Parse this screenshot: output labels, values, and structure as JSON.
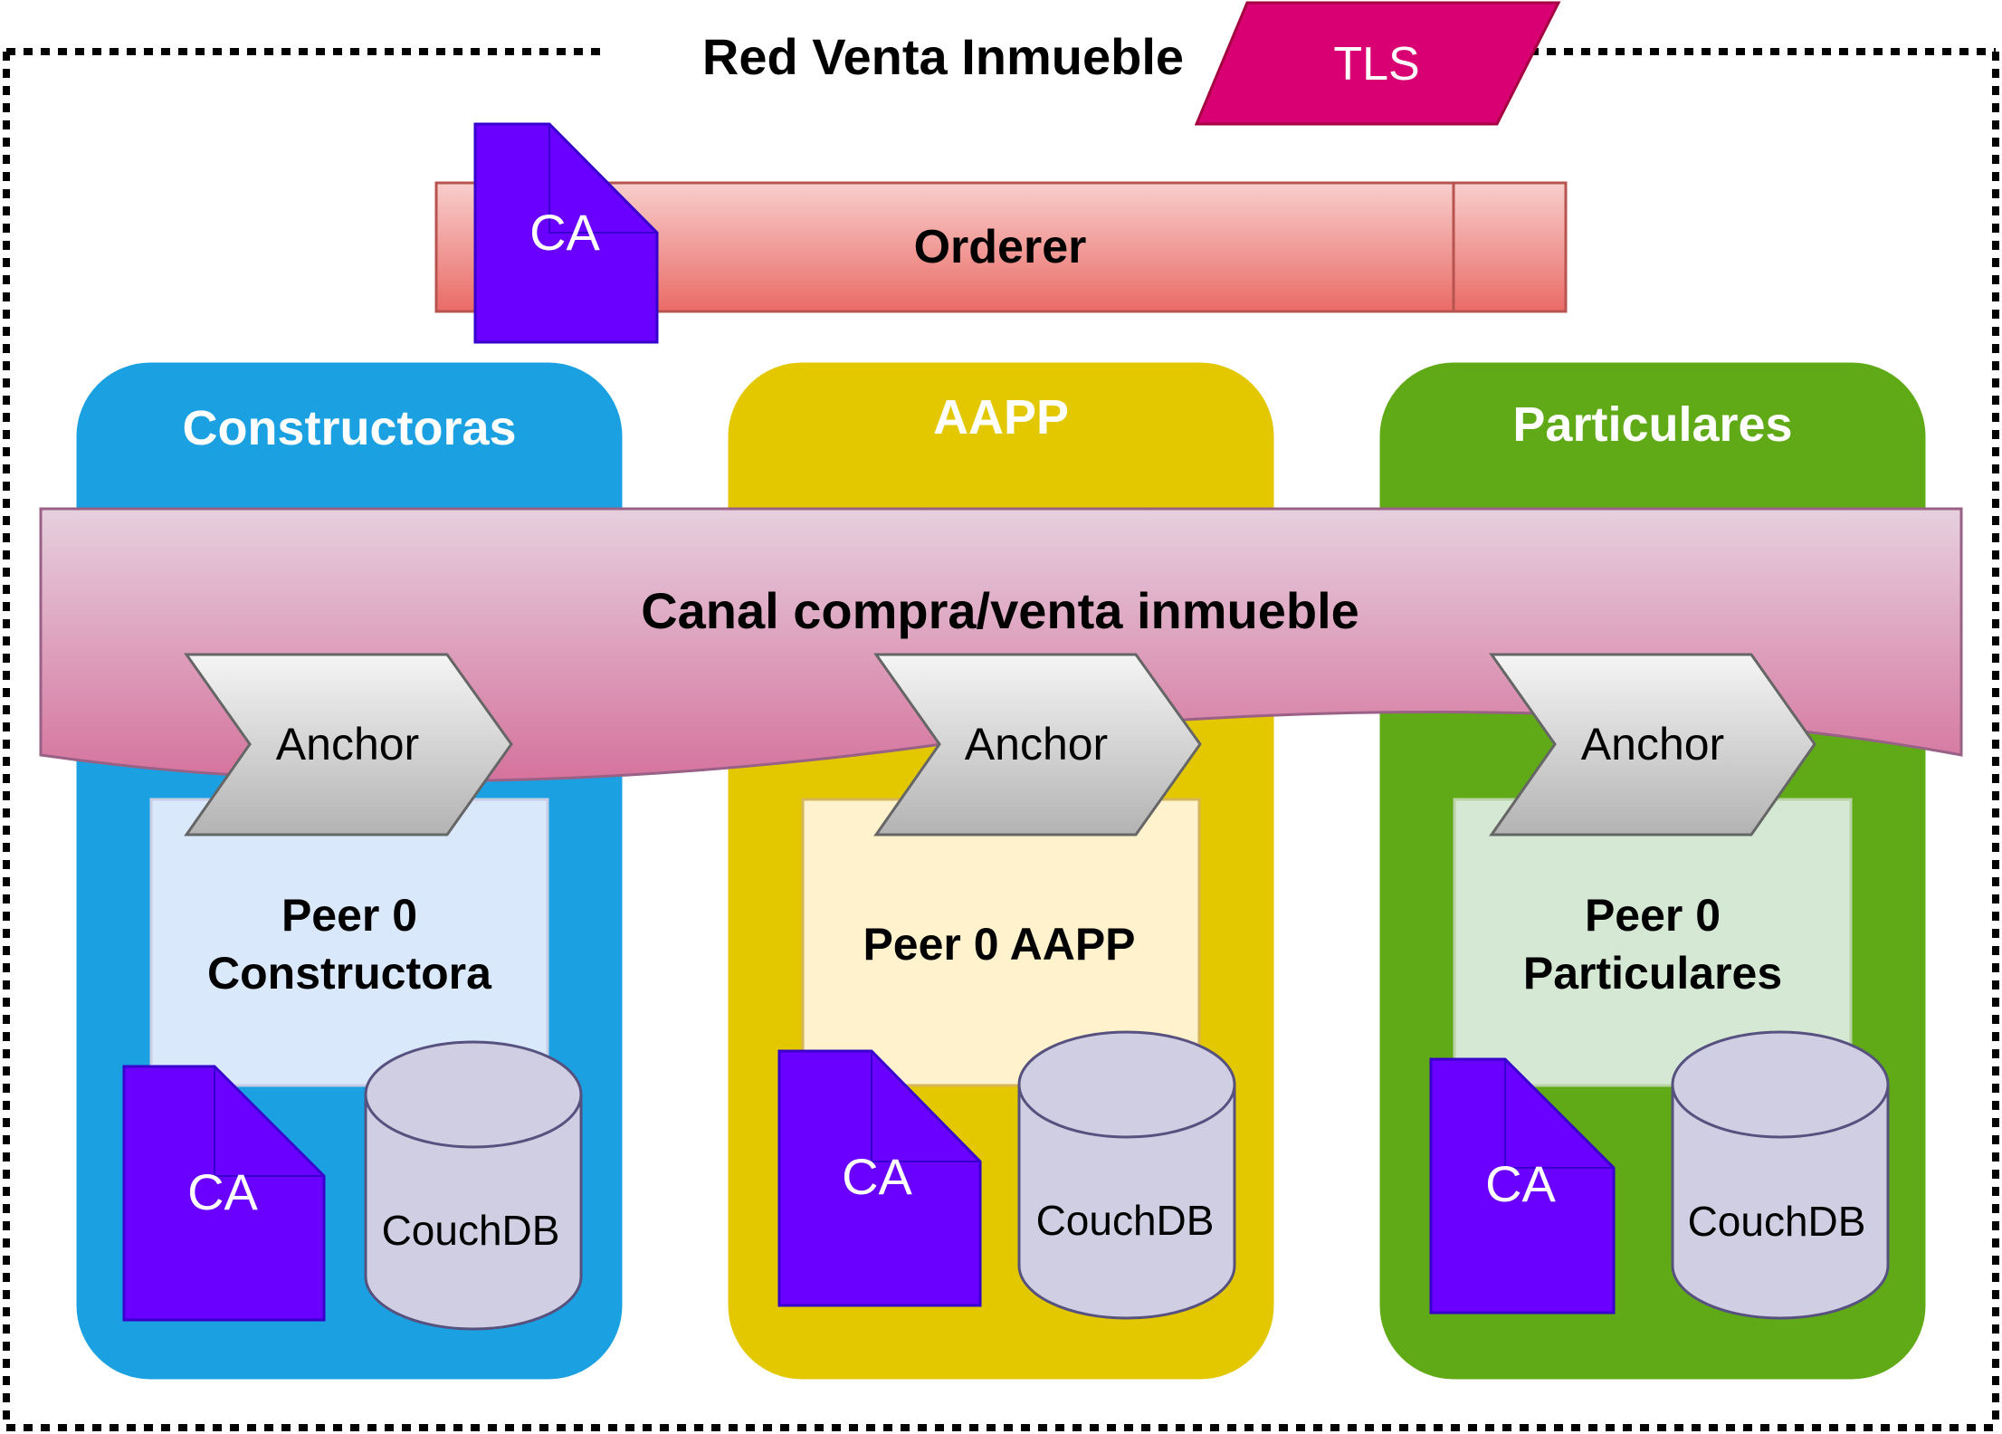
{
  "network": {
    "title": "Red Venta Inmueble"
  },
  "tls": {
    "label": "TLS"
  },
  "orderer": {
    "label": "Orderer",
    "ca_label": "CA"
  },
  "channel": {
    "label": "Canal compra/venta inmueble"
  },
  "orgs": [
    {
      "name": "Constructoras",
      "color": "#1ba1e2",
      "peer_fill": "#dae8fc",
      "peer_lines": [
        "Peer 0",
        "Constructora"
      ],
      "anchor": "Anchor",
      "ca": "CA",
      "db": "CouchDB"
    },
    {
      "name": "AAPP",
      "color": "#e3c800",
      "peer_fill": "#fff2cc",
      "peer_lines": [
        "Peer 0 AAPP"
      ],
      "anchor": "Anchor",
      "ca": "CA",
      "db": "CouchDB"
    },
    {
      "name": "Particulares",
      "color": "#60a917",
      "peer_fill": "#d5e8d4",
      "peer_lines": [
        "Peer 0",
        "Particulares"
      ],
      "anchor": "Anchor",
      "ca": "CA",
      "db": "CouchDB"
    }
  ],
  "colors": {
    "ca": "#6a00ff",
    "ca_stroke": "#3700cc",
    "tls": "#d80073",
    "db": "#d0cee2",
    "db_stroke": "#56517e"
  }
}
